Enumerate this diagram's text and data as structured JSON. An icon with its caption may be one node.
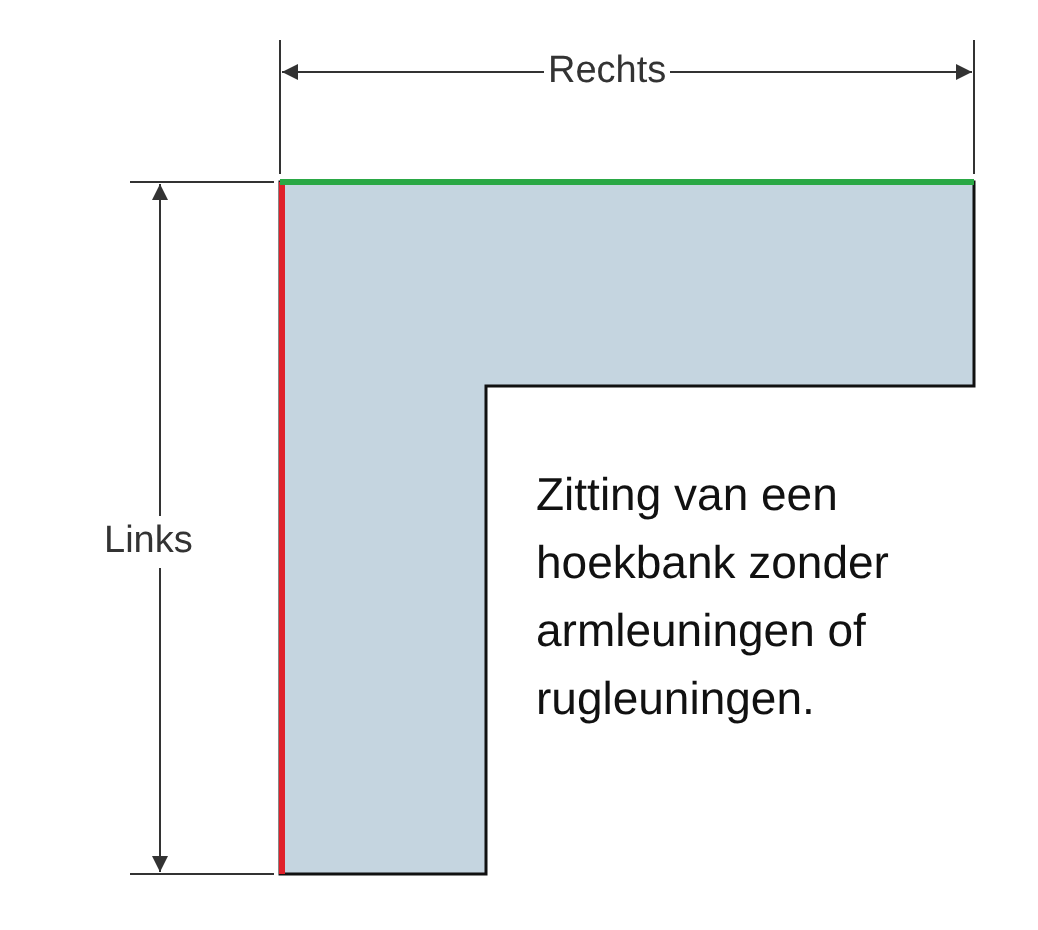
{
  "diagram": {
    "labels": [
      "Rechts",
      "Links",
      "Zitting van een hoekbank zonder armleuningen of rugleuningen."
    ]
  }
}
